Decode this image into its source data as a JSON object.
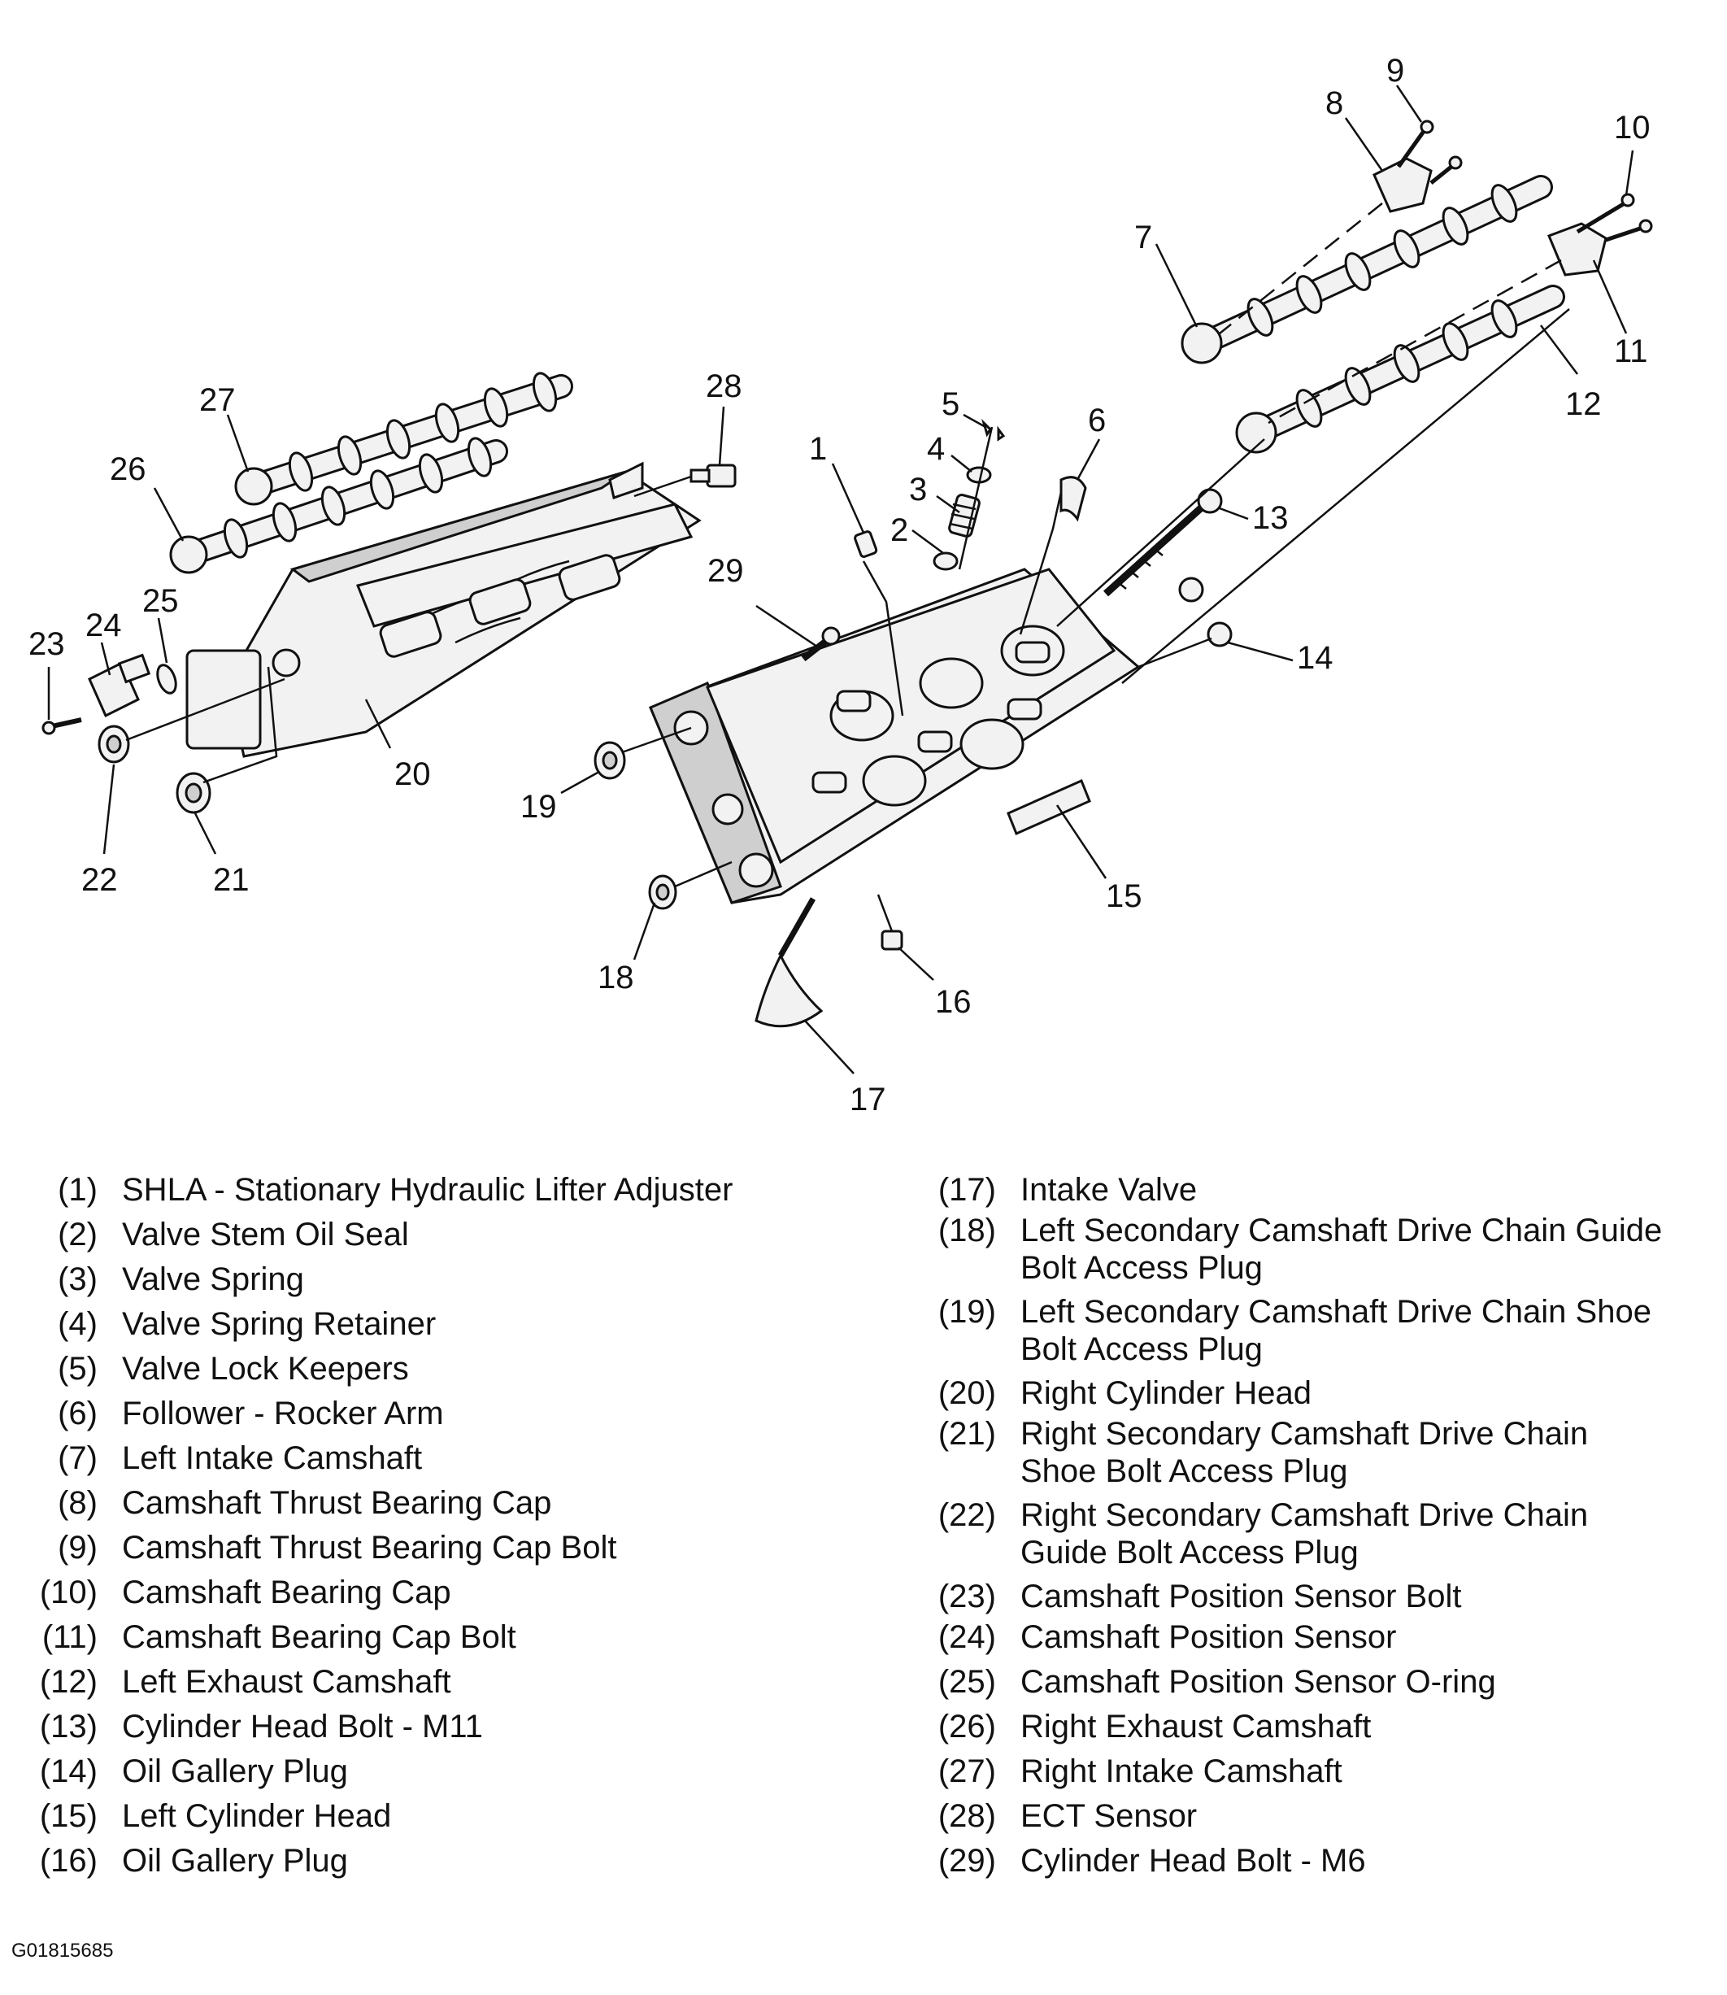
{
  "figure_id": "G01815685",
  "callouts": [
    "1",
    "2",
    "3",
    "4",
    "5",
    "6",
    "7",
    "8",
    "9",
    "10",
    "11",
    "12",
    "13",
    "14",
    "15",
    "16",
    "17",
    "18",
    "19",
    "20",
    "21",
    "22",
    "23",
    "24",
    "25",
    "26",
    "27",
    "28",
    "29"
  ],
  "legend": {
    "left": [
      {
        "num": "(1)",
        "text": "SHLA - Stationary Hydraulic Lifter Adjuster"
      },
      {
        "num": "(2)",
        "text": "Valve Stem Oil Seal"
      },
      {
        "num": "(3)",
        "text": "Valve Spring"
      },
      {
        "num": "(4)",
        "text": "Valve Spring Retainer"
      },
      {
        "num": "(5)",
        "text": "Valve Lock Keepers"
      },
      {
        "num": "(6)",
        "text": "Follower - Rocker Arm"
      },
      {
        "num": "(7)",
        "text": "Left Intake Camshaft"
      },
      {
        "num": "(8)",
        "text": "Camshaft Thrust Bearing Cap"
      },
      {
        "num": "(9)",
        "text": "Camshaft Thrust Bearing Cap Bolt"
      },
      {
        "num": "(10)",
        "text": "Camshaft Bearing Cap"
      },
      {
        "num": "(11)",
        "text": "Camshaft Bearing Cap Bolt"
      },
      {
        "num": "(12)",
        "text": "Left Exhaust Camshaft"
      },
      {
        "num": "(13)",
        "text": "Cylinder Head Bolt - M11"
      },
      {
        "num": "(14)",
        "text": "Oil Gallery Plug"
      },
      {
        "num": "(15)",
        "text": "Left Cylinder Head"
      },
      {
        "num": "(16)",
        "text": "Oil Gallery Plug"
      }
    ],
    "right": [
      {
        "num": "(17)",
        "text": "Intake Valve",
        "text2": ""
      },
      {
        "num": "(18)",
        "text": "Left Secondary Camshaft Drive Chain Guide",
        "text2": "Bolt Access Plug"
      },
      {
        "num": "(19)",
        "text": "Left Secondary Camshaft Drive Chain Shoe",
        "text2": "Bolt Access Plug"
      },
      {
        "num": "(20)",
        "text": "Right Cylinder Head",
        "text2": ""
      },
      {
        "num": "(21)",
        "text": "Right Secondary Camshaft Drive Chain",
        "text2": "Shoe Bolt Access Plug"
      },
      {
        "num": "(22)",
        "text": "Right Secondary Camshaft Drive Chain",
        "text2": "Guide Bolt Access Plug"
      },
      {
        "num": "(23)",
        "text": "Camshaft Position Sensor Bolt",
        "text2": ""
      },
      {
        "num": "(24)",
        "text": "Camshaft Position Sensor",
        "text2": ""
      },
      {
        "num": "(25)",
        "text": "Camshaft Position Sensor O-ring",
        "text2": ""
      },
      {
        "num": "(26)",
        "text": "Right Exhaust Camshaft",
        "text2": ""
      },
      {
        "num": "(27)",
        "text": "Right Intake Camshaft",
        "text2": ""
      },
      {
        "num": "(28)",
        "text": "ECT Sensor",
        "text2": ""
      },
      {
        "num": "(29)",
        "text": "Cylinder Head Bolt - M6",
        "text2": ""
      }
    ]
  }
}
